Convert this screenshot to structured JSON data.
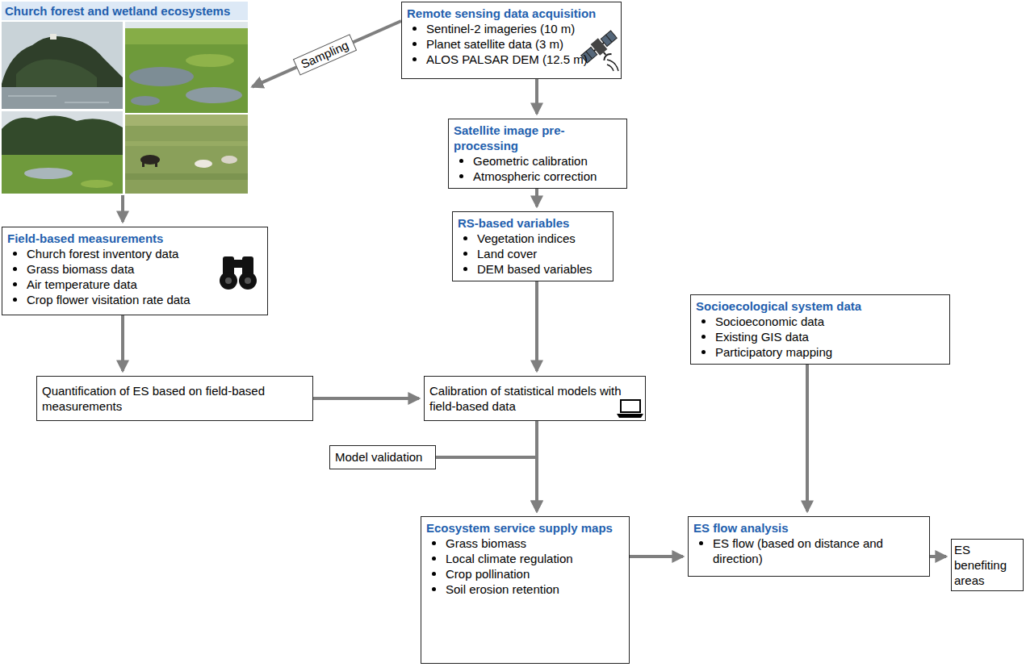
{
  "diagram": {
    "nodes": [
      {
        "text": [
          "Church forest and wetland ecosystems"
        ]
      },
      {
        "text": [
          "Remote sensing data acquisition",
          "Sentinel-2 imageries (10 m)",
          "Planet satellite data (3 m)",
          "ALOS PALSAR DEM (12.5 m)"
        ]
      },
      {
        "text": [
          "Satellite image pre-processing",
          "Geometric calibration",
          "Atmospheric correction"
        ]
      },
      {
        "text": [
          "Field-based measurements",
          "Church forest inventory data",
          "Grass biomass data",
          "Air temperature data",
          "Crop flower visitation rate data"
        ]
      },
      {
        "text": [
          "RS-based variables",
          "Vegetation indices",
          "Land cover",
          "DEM based variables"
        ]
      },
      {
        "text": [
          "Socioecological system data",
          "Socioeconomic data",
          "Existing GIS data",
          "Participatory mapping"
        ]
      },
      {
        "text": [
          "Quantification of ES based on field-based measurements"
        ]
      },
      {
        "text": [
          "Calibration of statistical models with field-based data"
        ]
      },
      {
        "text": [
          "Model validation"
        ]
      },
      {
        "text": [
          "Ecosystem service supply maps",
          "Grass biomass",
          "Local climate regulation",
          "Crop pollination",
          "Soil erosion retention"
        ]
      },
      {
        "text": [
          "ES flow analysis",
          "ES flow (based on distance and direction)"
        ]
      },
      {
        "text": [
          "ES benefiting areas"
        ]
      }
    ],
    "edges": [
      {
        "from": 1,
        "to": 0,
        "arrow": "to",
        "label": "Sampling"
      },
      {
        "from": 1,
        "to": 2,
        "arrow": "to"
      },
      {
        "from": 0,
        "to": 3,
        "arrow": "to"
      },
      {
        "from": 2,
        "to": 4,
        "arrow": "to"
      },
      {
        "from": 3,
        "to": 6,
        "arrow": "to"
      },
      {
        "from": 4,
        "to": 7,
        "arrow": "to"
      },
      {
        "from": 6,
        "to": 7,
        "arrow": "to"
      },
      {
        "from": 8,
        "to": 9,
        "arrow": "to"
      },
      {
        "from": 7,
        "to": 9,
        "arrow": "to"
      },
      {
        "from": 5,
        "to": 10,
        "arrow": "to"
      },
      {
        "from": 9,
        "to": 10,
        "arrow": "to"
      },
      {
        "from": 10,
        "to": 11,
        "arrow": "to"
      }
    ]
  }
}
